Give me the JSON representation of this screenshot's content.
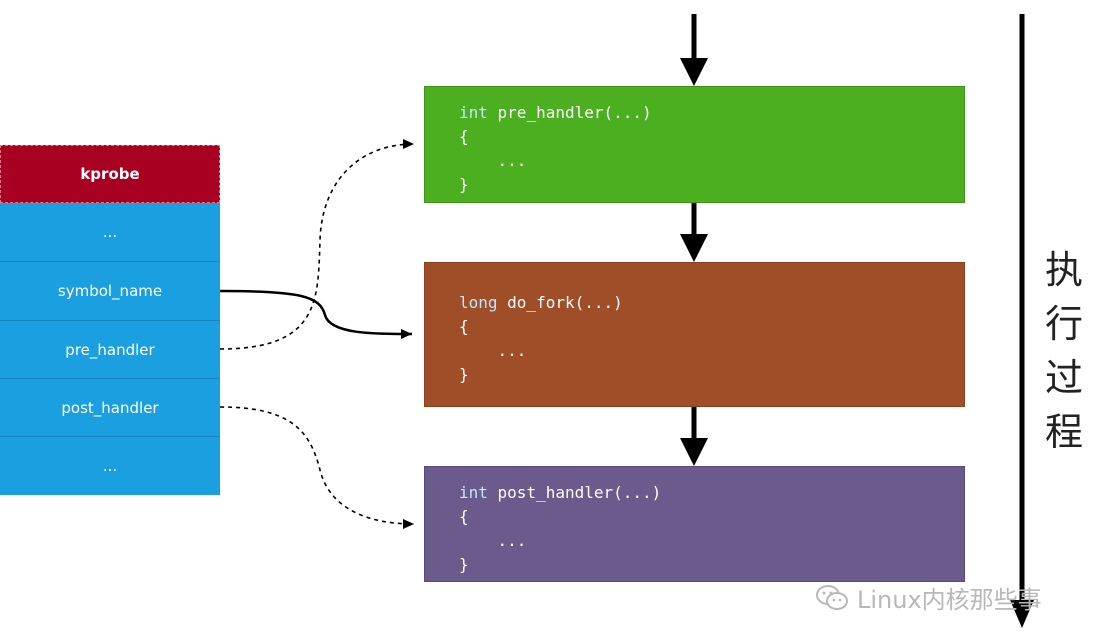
{
  "struct": {
    "header": "kprobe",
    "fields": [
      "...",
      "symbol_name",
      "pre_handler",
      "post_handler",
      "..."
    ]
  },
  "boxes": {
    "pre": {
      "keyword": "int",
      "signature": " pre_handler(...)",
      "open": "{",
      "body": "    ...",
      "close": "}"
    },
    "fork": {
      "keyword": "long",
      "signature": " do_fork(...)",
      "open": "{",
      "body": "    ...",
      "close": "}"
    },
    "post": {
      "keyword": "int",
      "signature": " post_handler(...)",
      "open": "{",
      "body": "    ...",
      "close": "}"
    }
  },
  "exec_label": [
    "执",
    "行",
    "过",
    "程"
  ],
  "watermark": "Linux内核那些事",
  "colors": {
    "kprobe_header": "#a80020",
    "struct_field": "#1a9fe0",
    "pre_handler_box": "#4caf1f",
    "do_fork_box": "#a04e28",
    "post_handler_box": "#6b5b8c"
  }
}
